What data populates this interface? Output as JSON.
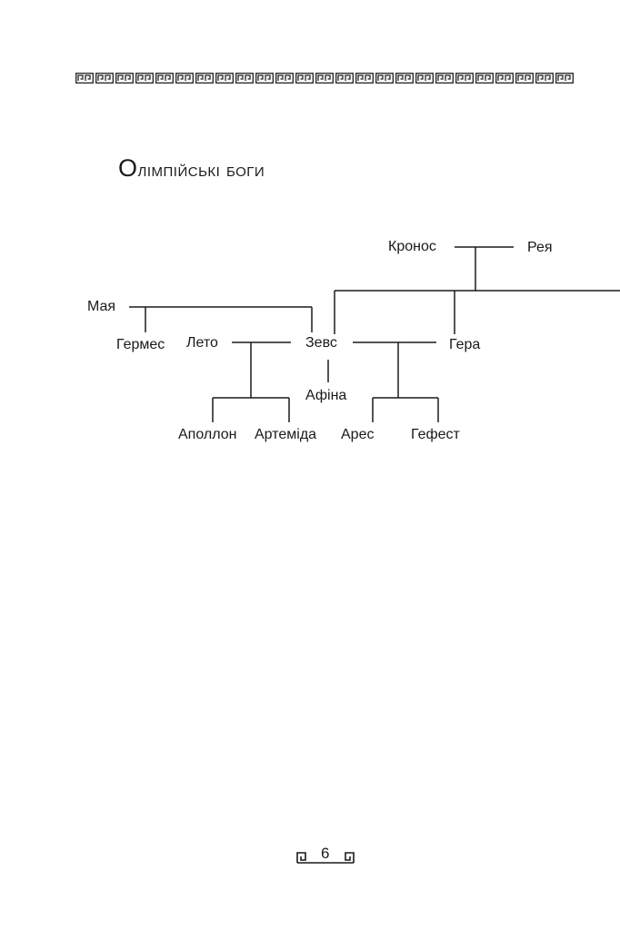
{
  "title": "Олімпійські боги",
  "page_number": "6",
  "tree": {
    "kronos": "Кронос",
    "rea": "Рея",
    "maya": "Мая",
    "hermes": "Гермес",
    "leto": "Лето",
    "zeus": "Зевс",
    "hera": "Гера",
    "athena": "Афіна",
    "apollo": "Аполлон",
    "artemis": "Артеміда",
    "ares": "Арес",
    "hephaestus": "Гефест"
  }
}
